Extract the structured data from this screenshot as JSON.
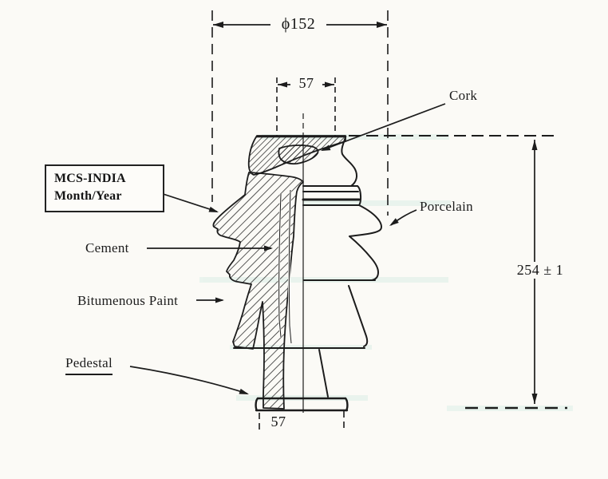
{
  "drawing": {
    "type": "pin-insulator-cross-section",
    "labels": {
      "cork": "Cork",
      "porcelain": "Porcelain",
      "cement": "Cement",
      "bitumenous_paint": "Bitumenous Paint",
      "pedestal": "Pedestal"
    },
    "marking": {
      "line1": "MCS-INDIA",
      "line2": "Month/Year"
    },
    "dimensions": {
      "top_diameter": "ϕ152",
      "head_width": "57",
      "overall_height": "254 ± 1",
      "base_width": "57"
    },
    "colors": {
      "ink": "#1c1c1c",
      "paper": "#fbfaf6",
      "scan_tint": "#dcefe7"
    }
  }
}
